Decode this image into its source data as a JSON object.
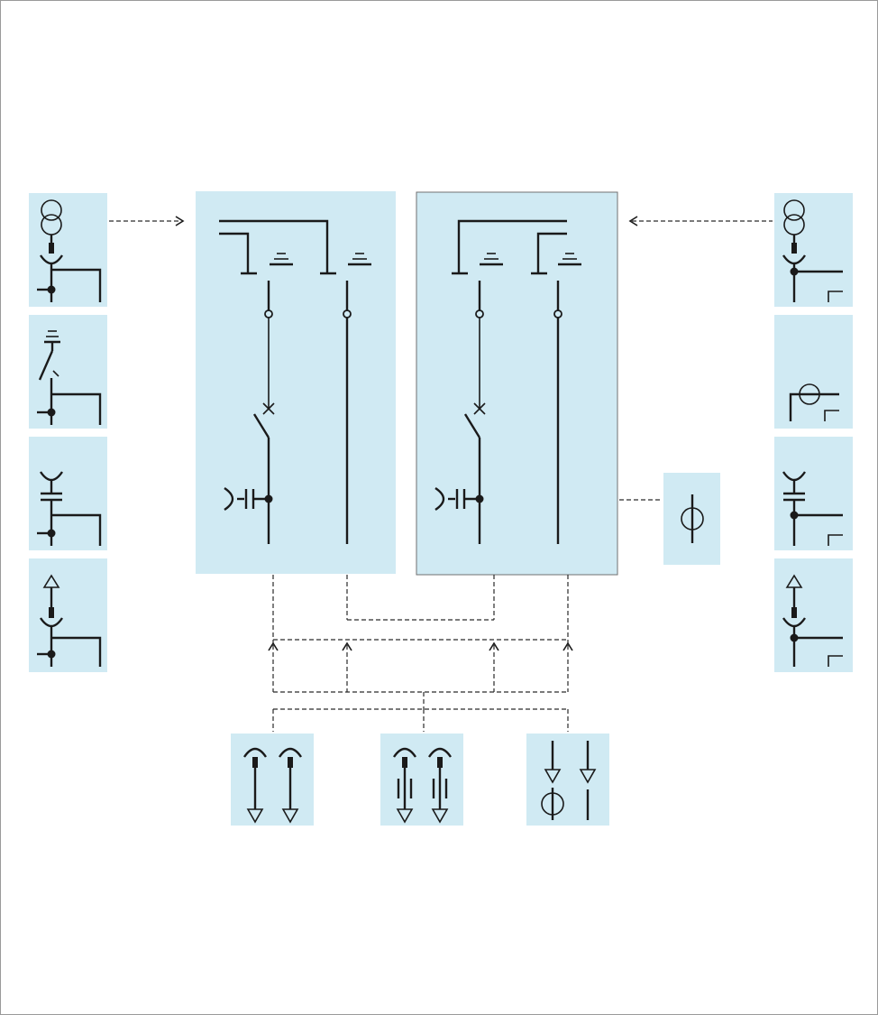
{
  "diagram": {
    "background": "#ffffff",
    "panel_fill": "#d0eaf3",
    "line_color": "#1a1a1a",
    "left_modules": [
      "transformer-connection-module",
      "earthing-switch-module",
      "capacitive-cable-module",
      "surge-arrester-module"
    ],
    "right_modules": [
      "transformer-connection-module",
      "current-transformer-module",
      "capacitive-cable-module",
      "surge-arrester-module"
    ],
    "center_panels": [
      "switchgear-panel-left",
      "switchgear-panel-right"
    ],
    "bottom_modules": [
      "cable-plug-module",
      "cable-plug-arrester-module",
      "voltage-sensor-module"
    ],
    "side_module": "current-sensor-module"
  }
}
